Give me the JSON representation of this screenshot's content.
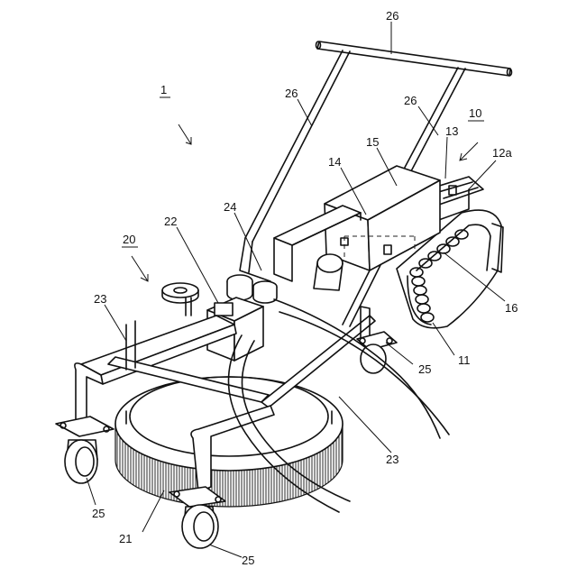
{
  "refs": {
    "r26_top": "26",
    "r26_left": "26",
    "r26_right": "26",
    "r1": "1",
    "r10": "10",
    "r13": "13",
    "r12a": "12a",
    "r15": "15",
    "r14": "14",
    "r24": "24",
    "r22": "22",
    "r20": "20",
    "r23_left": "23",
    "r16": "16",
    "r25_right": "25",
    "r11": "11",
    "r23_bottom": "23",
    "r25_left": "25",
    "r21": "21",
    "r25_bottom": "25"
  }
}
